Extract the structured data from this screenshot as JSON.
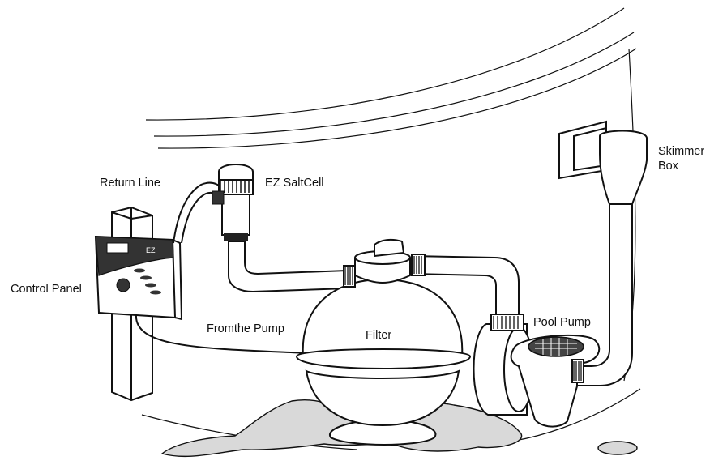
{
  "labels": {
    "return_line": "Return Line",
    "salt_cell": "EZ SaltCell",
    "skimmer": "Skimmer\nBox",
    "control_panel": "Control Panel",
    "from_pump": "Fromthe Pump",
    "filter": "Filter",
    "pool_pump": "Pool Pump"
  },
  "panel_logo": "EZ"
}
